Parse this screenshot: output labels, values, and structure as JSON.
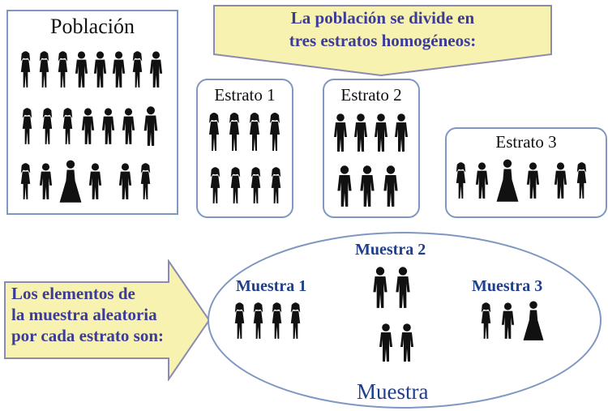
{
  "population": {
    "title": "Población"
  },
  "callout_top": {
    "line1": "La población se divide en",
    "line2": "tres estratos homogéneos:"
  },
  "strata": [
    {
      "title": "Estrato 1"
    },
    {
      "title": "Estrato 2"
    },
    {
      "title": "Estrato 3"
    }
  ],
  "callout_left": {
    "line1": "Los elementos de",
    "line2": "la muestra aleatoria",
    "line3": "por cada estrato son:"
  },
  "samples": [
    {
      "title": "Muestra 1"
    },
    {
      "title": "Muestra 2"
    },
    {
      "title": "Muestra 3"
    }
  ],
  "sample_group": {
    "title": "Muestra"
  },
  "colors": {
    "callout_fill": "#f8f2b0",
    "callout_stroke": "#8a8bb0",
    "box_border": "#7f98c2",
    "callout_text": "#3b3b9a",
    "sample_text": "#1f3f8c",
    "silhouette": "#111111"
  },
  "icons": {
    "women": "woman-silhouette-icon",
    "men": "man-silhouette-icon",
    "dress": "woman-in-dress-silhouette-icon"
  }
}
